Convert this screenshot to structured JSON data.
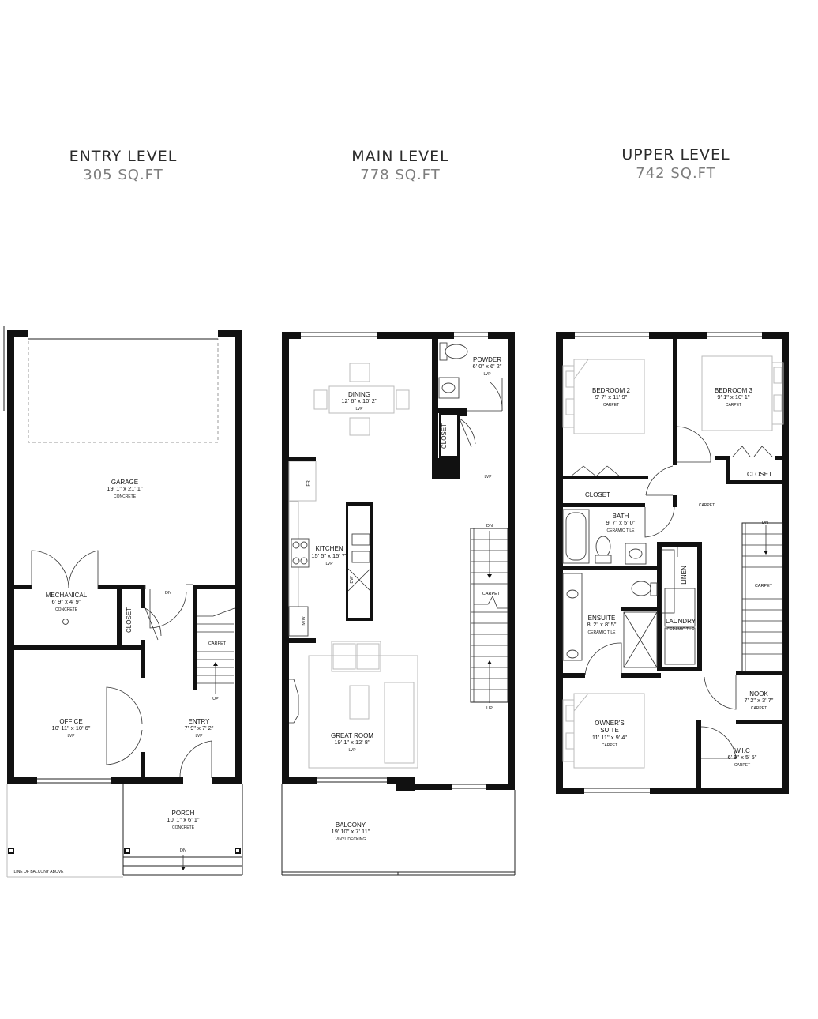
{
  "levels": [
    {
      "title": "ENTRY LEVEL",
      "area": "305 SQ.FT"
    },
    {
      "title": "MAIN LEVEL",
      "area": "778 SQ.FT"
    },
    {
      "title": "UPPER LEVEL",
      "area": "742 SQ.FT"
    }
  ],
  "entry": {
    "garage": {
      "name": "GARAGE",
      "dims": "19' 1\" x 21' 1\"",
      "material": "CONCRETE"
    },
    "mechanical": {
      "name": "MECHANICAL",
      "dims": "6' 9\" x 4' 9\"",
      "material": "CONCRETE"
    },
    "closet": "CLOSET",
    "dn": "DN",
    "carpet": "CARPET",
    "up": "UP",
    "office": {
      "name": "OFFICE",
      "dims": "10' 11\" x 10' 6\"",
      "material": "LVP"
    },
    "entry_room": {
      "name": "ENTRY",
      "dims": "7' 9\" x 7' 2\"",
      "material": "LVP"
    },
    "porch": {
      "name": "PORCH",
      "dims": "10' 1\" x 6' 1\"",
      "material": "CONCRETE"
    },
    "porch_dn": "DN",
    "balcony_line": "LINE OF BALCONY ABOVE"
  },
  "main": {
    "dining": {
      "name": "DINING",
      "dims": "12' 6\" x 10' 2\"",
      "material": "LVP"
    },
    "powder": {
      "name": "POWDER",
      "dims": "6' 0\" x 6' 2\"",
      "material": "LVP"
    },
    "closet": "CLOSET",
    "lvp": "LVP",
    "fr": "FR",
    "kitchen": {
      "name": "KITCHEN",
      "dims": "15' 5\" x 15' 7\"",
      "material": "LVP"
    },
    "dw": "DW",
    "mw": "M/W",
    "dn": "DN",
    "carpet": "CARPET",
    "up": "UP",
    "great_room": {
      "name": "GREAT ROOM",
      "dims": "19' 1\" x 12' 8\"",
      "material": "LVP"
    },
    "balcony": {
      "name": "BALCONY",
      "dims": "19' 10\" x 7' 11\"",
      "material": "VINYL DECKING"
    }
  },
  "upper": {
    "bedroom2": {
      "name": "BEDROOM 2",
      "dims": "9' 7\" x 11' 9\"",
      "material": "CARPET"
    },
    "bedroom3": {
      "name": "BEDROOM 3",
      "dims": "9' 1\" x 10' 1\"",
      "material": "CARPET"
    },
    "closet_left": "CLOSET",
    "closet_right": "CLOSET",
    "carpet_hall": "CARPET",
    "bath": {
      "name": "BATH",
      "dims": "9' 7\" x 5' 0\"",
      "material": "CERAMIC TILE"
    },
    "dn": "DN",
    "linen": "LINEN",
    "carpet_stair": "CARPET",
    "ensuite": {
      "name": "ENSUITE",
      "dims": "8' 2\" x 8' 5\"",
      "material": "CERAMIC TILE"
    },
    "laundry": {
      "name": "LAUNDRY",
      "material": "CERAMIC TILE"
    },
    "nook": {
      "name": "NOOK",
      "dims": "7' 2\" x 3' 7\"",
      "material": "CARPET"
    },
    "owners_suite": {
      "name1": "OWNER'S",
      "name2": "SUITE",
      "dims": "11' 11\" x 9' 4\"",
      "material": "CARPET"
    },
    "wic": {
      "name": "W.I.C",
      "dims": "6' 9\" x 5' 5\"",
      "material": "CARPET"
    }
  }
}
